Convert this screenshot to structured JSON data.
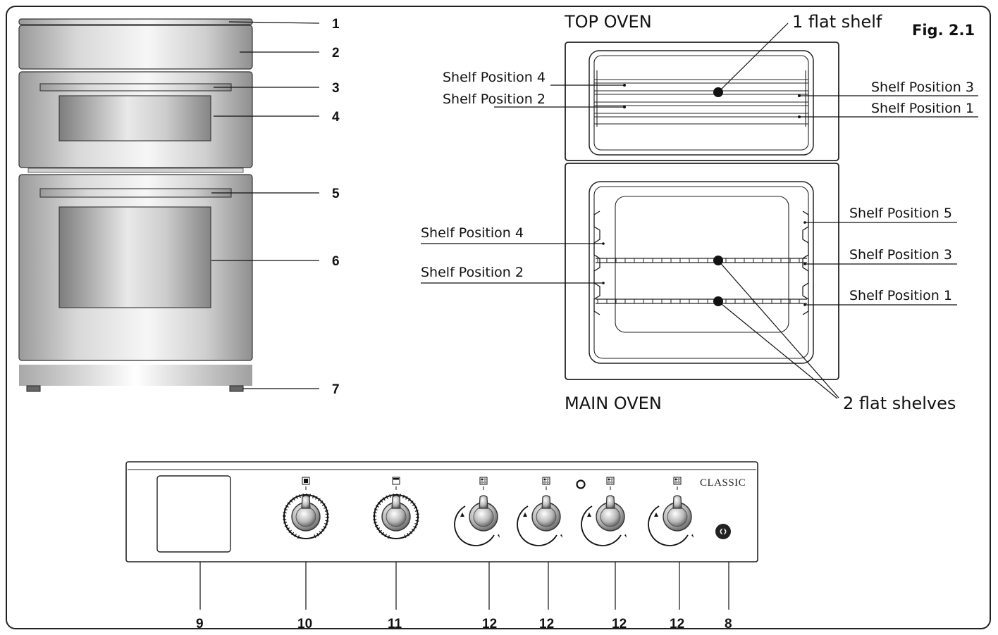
{
  "figure_label": "Fig. 2.1",
  "cooker_callouts": [
    "1",
    "2",
    "3",
    "4",
    "5",
    "6",
    "7"
  ],
  "top_oven": {
    "title": "TOP OVEN",
    "shelf_note": "1 flat shelf",
    "left_positions": [
      "Shelf Position 4",
      "Shelf Position 2"
    ],
    "right_positions": [
      "Shelf Position 3",
      "Shelf Position 1"
    ]
  },
  "main_oven": {
    "title": "MAIN OVEN",
    "shelf_note": "2 flat shelves",
    "left_positions": [
      "Shelf Position 4",
      "Shelf Position 2"
    ],
    "right_positions": [
      "Shelf Position 5",
      "Shelf Position 3",
      "Shelf Position 1"
    ]
  },
  "control_panel": {
    "brand": "CLASSIC",
    "callouts": [
      "9",
      "10",
      "11",
      "12",
      "12",
      "12",
      "12",
      "8"
    ]
  },
  "colors": {
    "line": "#111111",
    "steel_light": "#f4f4f4",
    "steel_dark": "#8a8a8a"
  },
  "icons": [
    "grill-symbol-icon",
    "oven-symbol-icon",
    "hotplate-symbol-icon",
    "ignition-button-icon",
    "neon-indicator-icon"
  ]
}
